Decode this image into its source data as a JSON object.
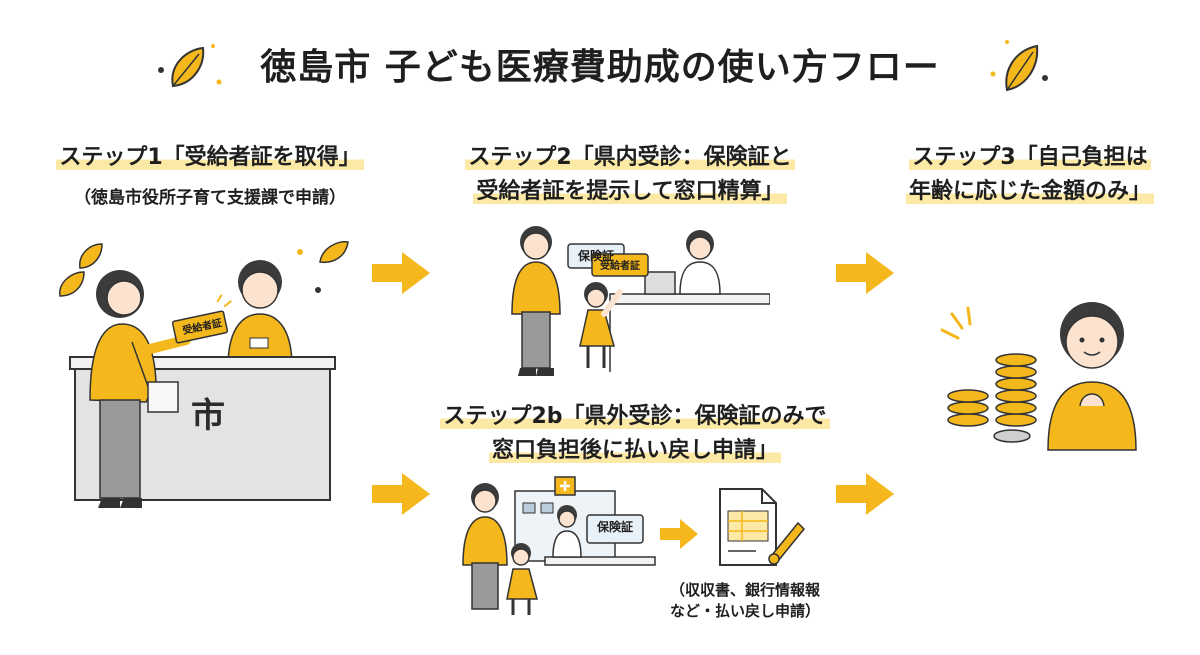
{
  "title": "徳島市 子ども医療費助成の使い方フロー",
  "steps": {
    "step1": {
      "label": "ステップ1「受給者証を取得」",
      "sub": "（徳島市役所子育て支援課で申請）"
    },
    "step2": {
      "line1": "ステップ2「県内受診：保険証と",
      "line2": "受給者証を提示して窓口精算」"
    },
    "step3": {
      "line1": "ステップ3「自己負担は",
      "line2": "年齢に応じた金額のみ」"
    },
    "step2b": {
      "line1": "ステップ2b「県外受診：保険証のみで",
      "line2": "窓口負担後に払い戻し申請」"
    }
  },
  "illustration": {
    "counter_sign": "市",
    "card_recipient": "受給者証",
    "card_insurance": "保険証",
    "card_recipient_small": "受給者証",
    "card_insurance_2b": "保険証"
  },
  "note": {
    "line1": "（収収書、銀行情報報",
    "line2": "など・払い戻し申請）"
  },
  "colors": {
    "accent": "#f5b81c",
    "skin": "#fbe3cf",
    "hair": "#3b3b3b",
    "gray": "#dcdcdc"
  }
}
